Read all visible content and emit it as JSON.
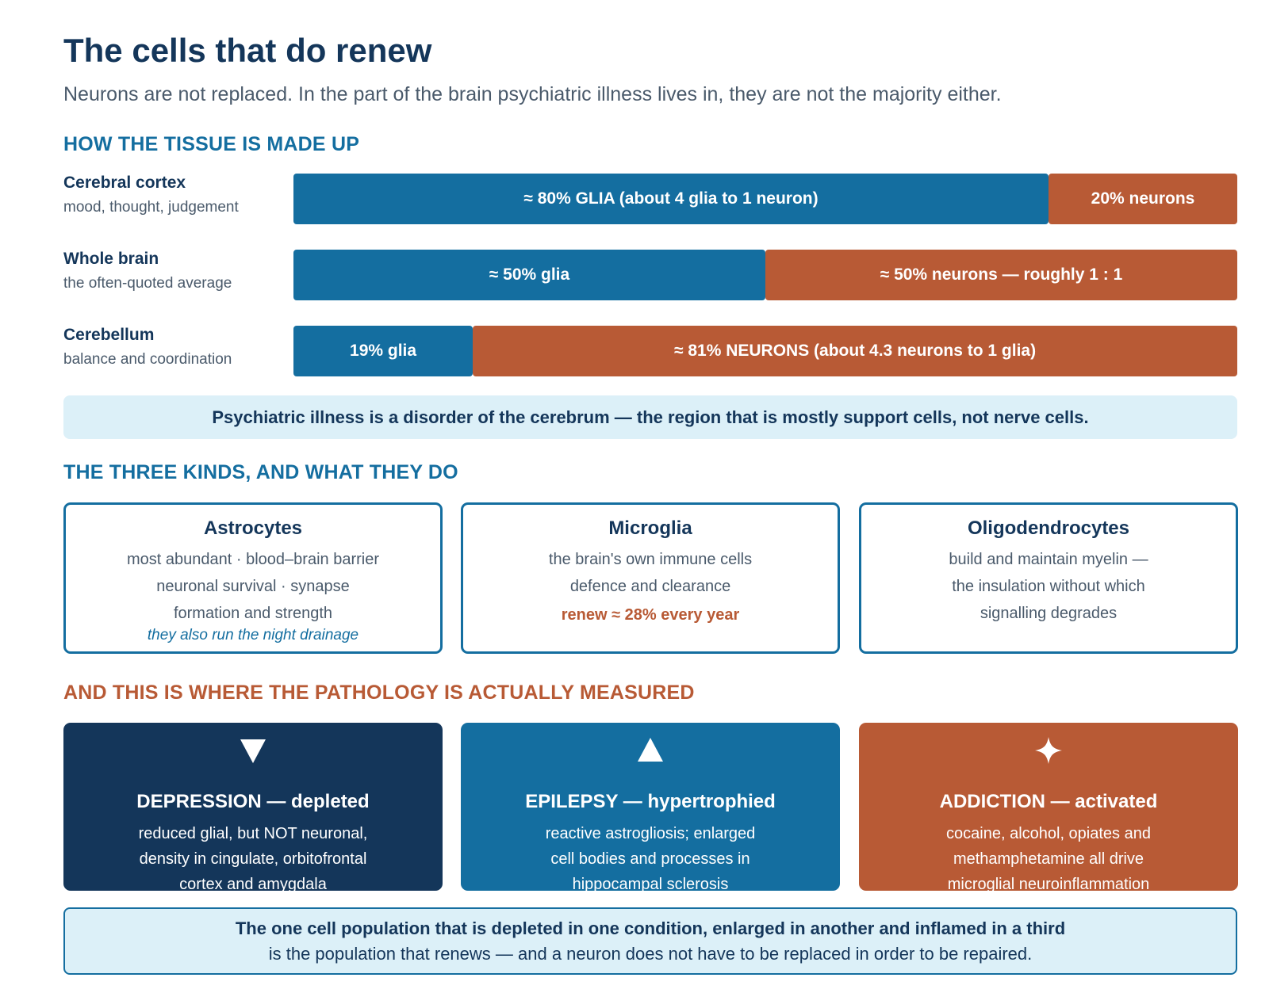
{
  "header": {
    "title": "The cells that do renew",
    "subtitle": "Neurons are not replaced. In the part of the brain psychiatric illness lives in, they are not the majority either."
  },
  "composition": {
    "heading": "HOW THE TISSUE IS MADE UP",
    "rows": [
      {
        "name": "Cerebral cortex",
        "desc": "mood, thought, judgement",
        "glia_label": "≈ 80% GLIA (about 4 glia to 1 neuron)",
        "neuron_label": "20% neurons",
        "glia_pct": 80,
        "neuron_pct": 20
      },
      {
        "name": "Whole brain",
        "desc": "the often-quoted average",
        "glia_label": "≈ 50% glia",
        "neuron_label": "≈ 50% neurons — roughly 1 : 1",
        "glia_pct": 50,
        "neuron_pct": 50
      },
      {
        "name": "Cerebellum",
        "desc": "balance and coordination",
        "glia_label": "19% glia",
        "neuron_label": "≈ 81% NEURONS (about 4.3 neurons to 1 glia)",
        "glia_pct": 19,
        "neuron_pct": 81
      }
    ],
    "callout": "Psychiatric illness is a disorder of the cerebrum — the region that is mostly support cells, not nerve cells."
  },
  "kinds": {
    "heading": "THE THREE KINDS, AND WHAT THEY DO",
    "cards": [
      {
        "name": "Astrocytes",
        "lines": [
          "most abundant · blood–brain barrier",
          "neuronal survival · synapse",
          "formation and strength"
        ],
        "note": "they also run the night drainage"
      },
      {
        "name": "Microglia",
        "lines": [
          "the brain's own immune cells",
          "defence and clearance"
        ],
        "renew": "renew ≈ 28% every year"
      },
      {
        "name": "Oligodendrocytes",
        "lines": [
          "build and maintain myelin —",
          "the insulation without which",
          "signalling degrades"
        ]
      }
    ]
  },
  "pathology": {
    "heading": "AND THIS IS WHERE THE PATHOLOGY IS ACTUALLY MEASURED",
    "cards": [
      {
        "icon": "triangle-down-icon",
        "head": "DEPRESSION — depleted",
        "lines": [
          "reduced glial, but NOT neuronal,",
          "density in cingulate, orbitofrontal",
          "cortex and amygdala"
        ],
        "color": "#14365a"
      },
      {
        "icon": "triangle-up-icon",
        "head": "EPILEPSY — hypertrophied",
        "lines": [
          "reactive astrogliosis; enlarged",
          "cell bodies and processes in",
          "hippocampal sclerosis"
        ],
        "color": "#146ea0"
      },
      {
        "icon": "sparkle-icon",
        "head": "ADDICTION — activated",
        "lines": [
          "cocaine, alcohol, opiates and",
          "methamphetamine all drive",
          "microglial neuroinflammation"
        ],
        "color": "#b85a35"
      }
    ],
    "conclusion_line1": "The one cell population that is depleted in one condition, enlarged in another and inflamed in a third",
    "conclusion_line2": "is the population that renews — and a neuron does not have to be replaced in order to be repaired."
  }
}
